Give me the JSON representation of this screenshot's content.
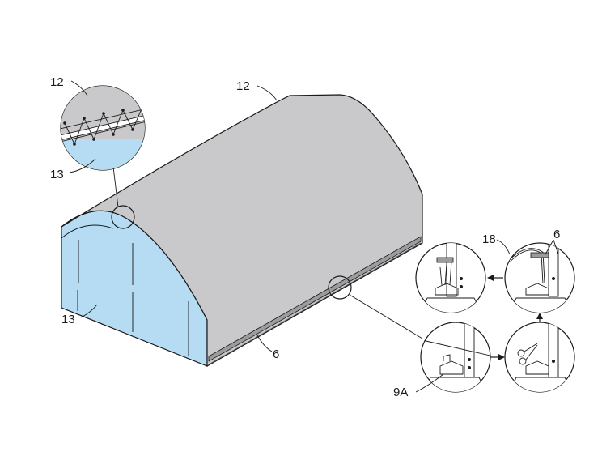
{
  "labels": {
    "roof_cover_main": "12",
    "roof_cover_detail": "12",
    "end_panel_detail": "13",
    "end_panel_main": "13",
    "bottom_rail": "6",
    "detail_rail": "6",
    "strap": "18",
    "anchor_plate": "9A"
  },
  "colors": {
    "roof": "#c9c9cb",
    "end_panel": "#b5dcf2",
    "outline": "#1a1a1a",
    "background": "#ffffff"
  },
  "icons": {
    "scissors": "scissors-icon",
    "arrow": "arrow-icon"
  }
}
